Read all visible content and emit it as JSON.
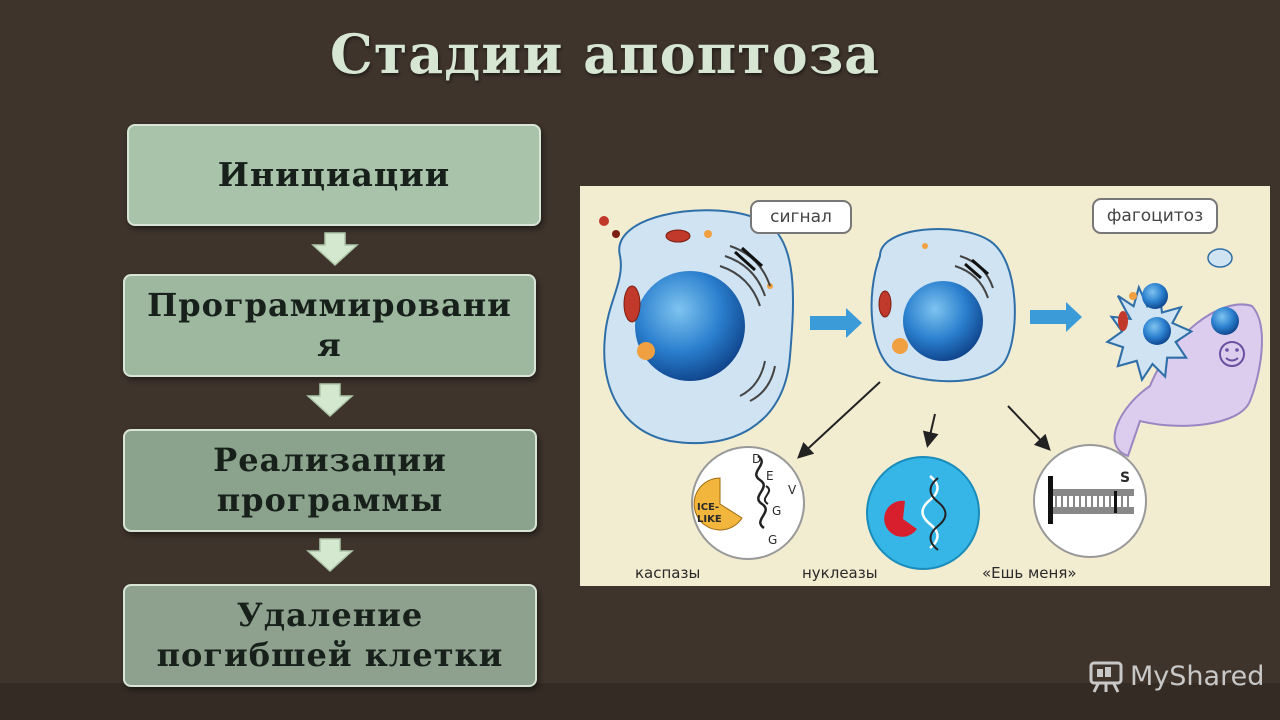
{
  "slide": {
    "title": "Стадии апоптоза"
  },
  "stages": [
    {
      "label": "Инициации"
    },
    {
      "label": "Программировани я"
    },
    {
      "label": "Реализации программы"
    },
    {
      "label": "Удаление погибшей клетки"
    }
  ],
  "figure": {
    "callouts": {
      "signal": "сигнал",
      "phagocytosis": "фагоцитоз"
    },
    "captions": {
      "caspases": "каспазы",
      "nucleases": "нуклеазы",
      "eat_me": "«Ешь меня»"
    },
    "glyph_text": {
      "ice": "ICE-",
      "like": "LIKE",
      "letters": [
        "D",
        "E",
        "V",
        "G",
        "G"
      ],
      "s": "S"
    }
  },
  "watermark": {
    "text": "MyShared"
  },
  "colors": {
    "background": "#3e342c",
    "title": "#d6e6d2",
    "stage_fills": [
      "#a8c3aa",
      "#9db89f",
      "#8ba38c",
      "#8ea08e"
    ],
    "arrow_fill": "#d4e8cf"
  }
}
